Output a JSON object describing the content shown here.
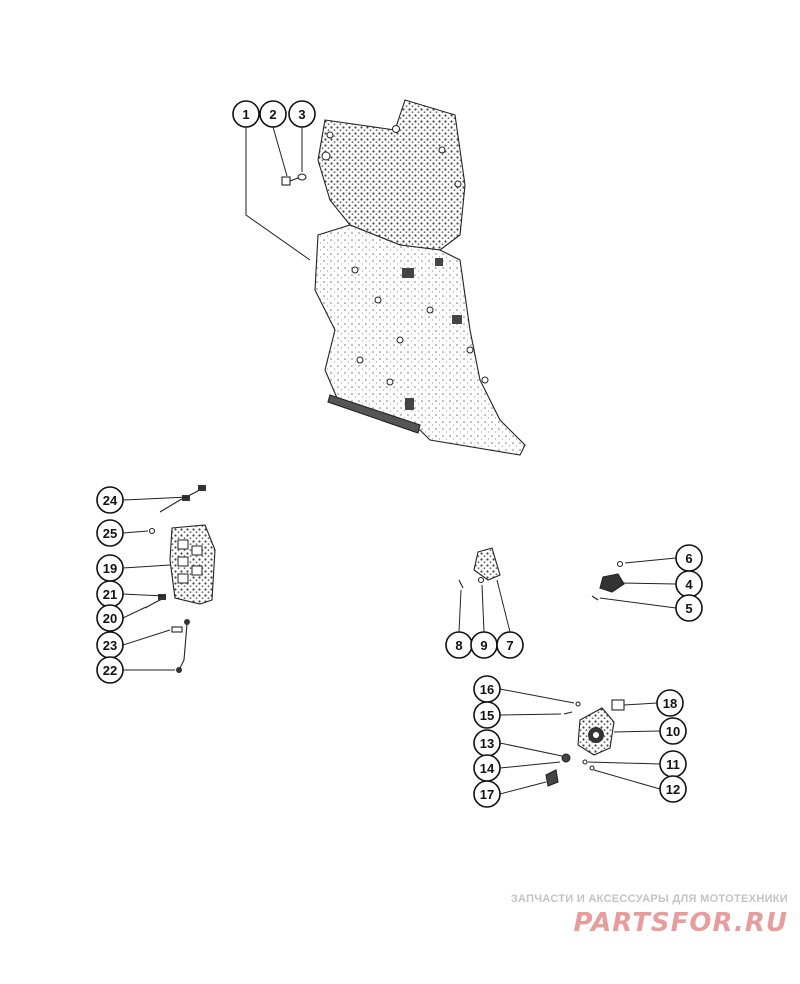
{
  "colors": {
    "ink": "#222222",
    "plate": "#8a8a8a",
    "watermark_text": "#b9b9b9",
    "watermark_brand": "#e58c8c"
  },
  "callouts": [
    {
      "id": "c1",
      "label": "1"
    },
    {
      "id": "c2",
      "label": "2"
    },
    {
      "id": "c3",
      "label": "3"
    },
    {
      "id": "c4",
      "label": "4"
    },
    {
      "id": "c5",
      "label": "5"
    },
    {
      "id": "c6",
      "label": "6"
    },
    {
      "id": "c7",
      "label": "7"
    },
    {
      "id": "c8",
      "label": "8"
    },
    {
      "id": "c9",
      "label": "9"
    },
    {
      "id": "c10",
      "label": "10"
    },
    {
      "id": "c11",
      "label": "11"
    },
    {
      "id": "c12",
      "label": "12"
    },
    {
      "id": "c13",
      "label": "13"
    },
    {
      "id": "c14",
      "label": "14"
    },
    {
      "id": "c15",
      "label": "15"
    },
    {
      "id": "c16",
      "label": "16"
    },
    {
      "id": "c17",
      "label": "17"
    },
    {
      "id": "c18",
      "label": "18"
    },
    {
      "id": "c19",
      "label": "19"
    },
    {
      "id": "c20",
      "label": "20"
    },
    {
      "id": "c21",
      "label": "21"
    },
    {
      "id": "c22",
      "label": "22"
    },
    {
      "id": "c23",
      "label": "23"
    },
    {
      "id": "c24",
      "label": "24"
    },
    {
      "id": "c25",
      "label": "25"
    }
  ],
  "watermark": {
    "tagline": "ЗАПЧАСТИ И АКСЕССУАРЫ ДЛЯ МОТОТЕХНИКИ",
    "brand": "PARTSFOR.RU"
  }
}
